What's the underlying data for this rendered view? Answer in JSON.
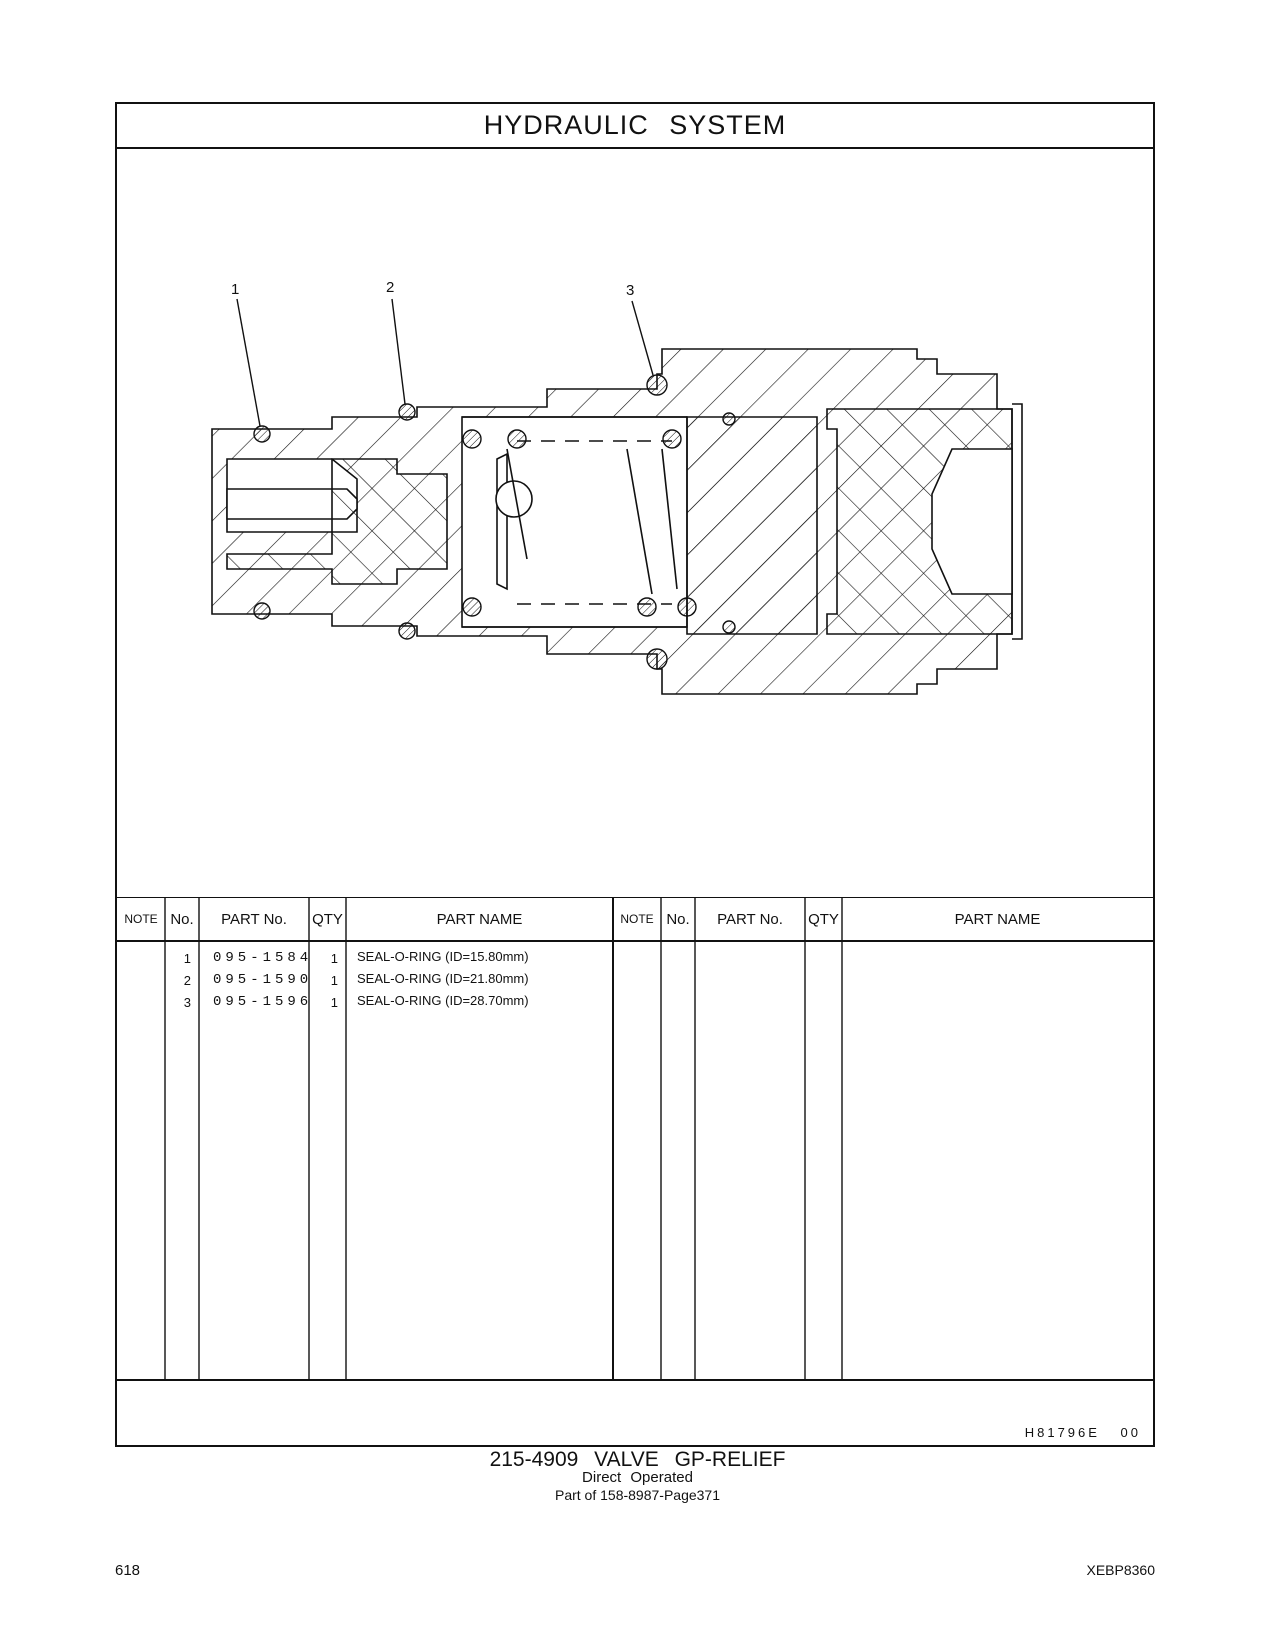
{
  "header": {
    "title": "HYDRAULIC SYSTEM"
  },
  "callouts": [
    "1",
    "2",
    "3"
  ],
  "table": {
    "columns_left": [
      "NOTE",
      "No.",
      "PART No.",
      "QTY",
      "PART NAME"
    ],
    "columns_right": [
      "NOTE",
      "No.",
      "PART No.",
      "QTY",
      "PART NAME"
    ],
    "rows": [
      {
        "no": "1",
        "part_no": "095-1584",
        "qty": "1",
        "name": "SEAL-O-RING (ID=15.80mm)"
      },
      {
        "no": "2",
        "part_no": "095-1590",
        "qty": "1",
        "name": "SEAL-O-RING (ID=21.80mm)"
      },
      {
        "no": "3",
        "part_no": "095-1596",
        "qty": "1",
        "name": "SEAL-O-RING (ID=28.70mm)"
      }
    ]
  },
  "footer": {
    "ref_code": "H81796E 00"
  },
  "caption": {
    "title": "215-4909 VALVE GP-RELIEF",
    "subtitle": "Direct Operated",
    "part_of": "Part of 158-8987-Page371"
  },
  "page": {
    "number": "618",
    "doc_code": "XEBP8360"
  }
}
